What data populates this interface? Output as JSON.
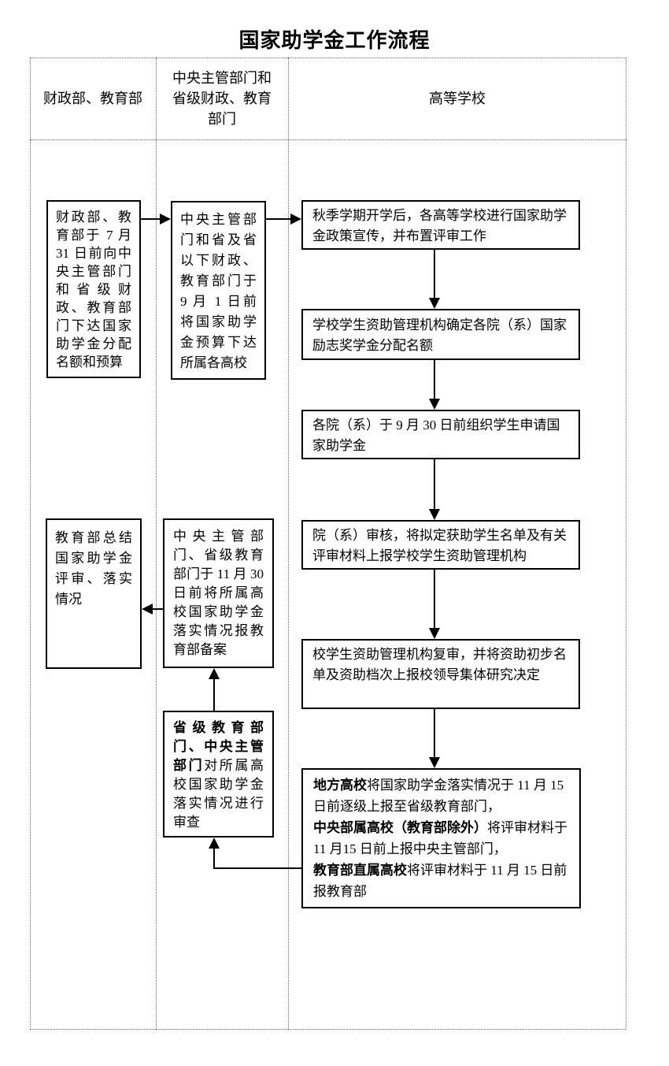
{
  "title": "国家助学金工作流程",
  "lanes": {
    "headers": [
      "财政部、教育部",
      "中央主管部门和省级财政、教育部门",
      "高等学校"
    ]
  },
  "boxes": {
    "l1": "财政部、教育部于 7 月 31 日前向中央主管部门和省级财政、教育部门下达国家助学金分配名额和预算",
    "m1": "中央主管部门和省及省以下财政、教育部门于 9 月 1 日前将国家助学金预算下达所属各高校",
    "r1": "秋季学期开学后，各高等学校进行国家助学金政策宣传，并布置评审工作",
    "r2": "学校学生资助管理机构确定各院（系）国家励志奖学金分配名额",
    "r3": "各院（系）于 9 月 30 日前组织学生申请国家助学金",
    "r4": "院（系）审核，将拟定获助学生名单及有关评审材料上报学校学生资助管理机构",
    "r5": "校学生资助管理机构复审，并将资助初步名单及资助档次上报校领导集体研究决定",
    "r6": [
      {
        "lead": "地方高校",
        "rest": "将国家助学金落实情况于 11 月 15 日前逐级上报至省级教育部门，"
      },
      {
        "lead": "中央部属高校（教育部除外）",
        "rest": "将评审材料于11 月15 日前上报中央主管部门，"
      },
      {
        "lead": "教育部直属高校",
        "rest": "将评审材料于 11 月 15 日前报教育部"
      }
    ],
    "l2": "教育部总结国家助学金评审、落实情况",
    "m2": "中央主管部门、省级教育部门于 11 月 30 日前将所属高校国家助学金落实情况报教育部备案",
    "m3": {
      "lead": "省级教育部门、中央主管部门",
      "rest": "对所属高校国家助学金落实情况进行审查"
    }
  },
  "colors": {
    "line": "#000000",
    "lane_border": "#666666",
    "background": "#ffffff"
  }
}
